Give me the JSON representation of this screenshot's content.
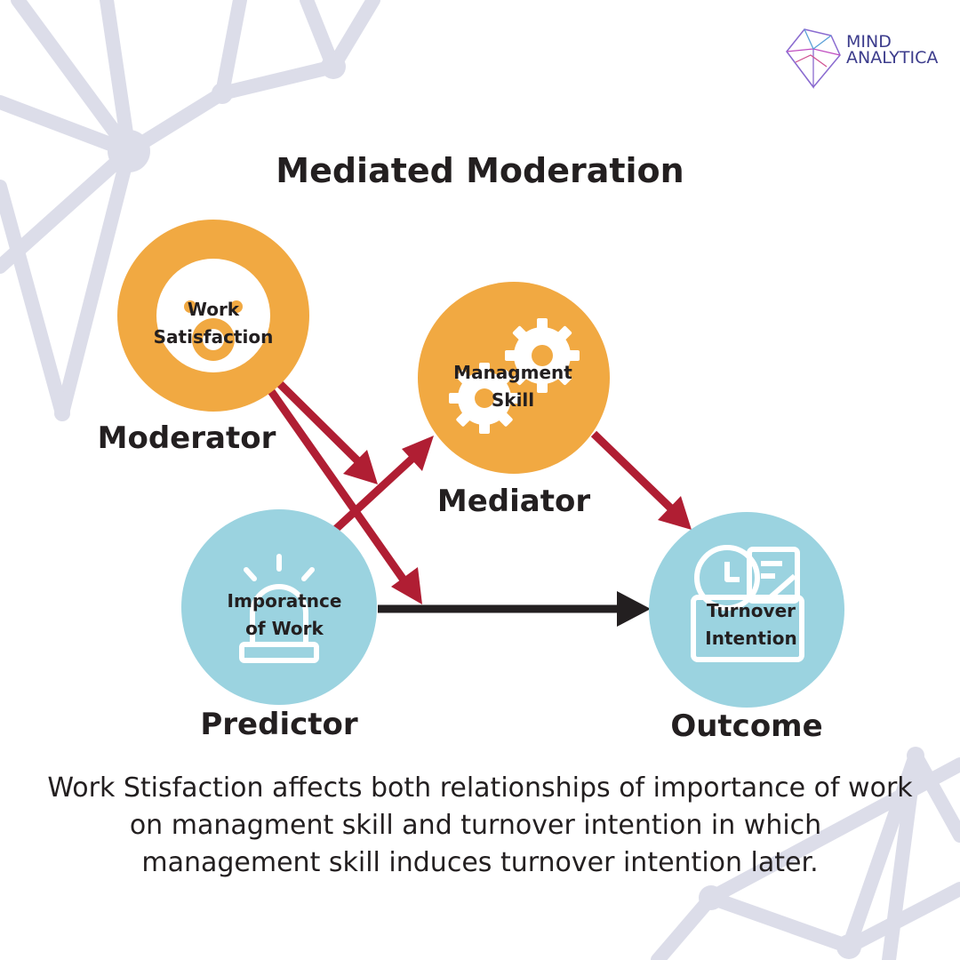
{
  "logo": {
    "line1": "MIND",
    "line2": "ANALYTICA"
  },
  "title": "Mediated Moderation",
  "nodes": {
    "moderator": {
      "inner": [
        "Work",
        "Satisfaction"
      ],
      "label": "Moderator"
    },
    "mediator": {
      "inner": [
        "Managment",
        "Skill"
      ],
      "label": "Mediator"
    },
    "predictor": {
      "inner": [
        "Imporatnce",
        "of Work"
      ],
      "label": "Predictor"
    },
    "outcome": {
      "inner": [
        "Turnover",
        "Intention"
      ],
      "label": "Outcome"
    }
  },
  "caption": [
    "Work Stisfaction affects both relationships of importance of work",
    "on managment skill and turnover intention in which",
    "management skill induces turnover intention later."
  ],
  "colors": {
    "orange": "#f1a942",
    "blue": "#9bd3e0",
    "red_arrow": "#b01e33",
    "black_arrow": "#231f20",
    "network": "#dcdde9"
  }
}
